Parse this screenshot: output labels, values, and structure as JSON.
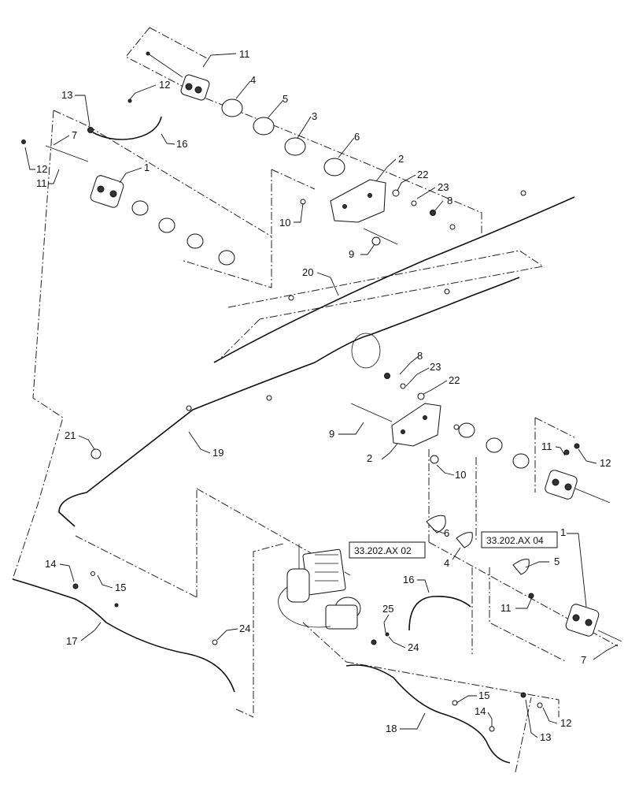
{
  "diagram": {
    "callouts": [
      {
        "label": "11"
      },
      {
        "label": "12"
      },
      {
        "label": "4"
      },
      {
        "label": "5"
      },
      {
        "label": "3"
      },
      {
        "label": "6"
      },
      {
        "label": "13"
      },
      {
        "label": "16"
      },
      {
        "label": "7"
      },
      {
        "label": "12"
      },
      {
        "label": "11"
      },
      {
        "label": "1"
      },
      {
        "label": "2"
      },
      {
        "label": "22"
      },
      {
        "label": "23"
      },
      {
        "label": "8"
      },
      {
        "label": "10"
      },
      {
        "label": "9"
      },
      {
        "label": "20"
      },
      {
        "label": "8"
      },
      {
        "label": "23"
      },
      {
        "label": "22"
      },
      {
        "label": "9"
      },
      {
        "label": "2"
      },
      {
        "label": "10"
      },
      {
        "label": "11"
      },
      {
        "label": "12"
      },
      {
        "label": "21"
      },
      {
        "label": "19"
      },
      {
        "label": "6"
      },
      {
        "label": "4"
      },
      {
        "label": "1"
      },
      {
        "label": "5"
      },
      {
        "label": "11"
      },
      {
        "label": "7"
      },
      {
        "label": "16"
      },
      {
        "label": "25"
      },
      {
        "label": "24"
      },
      {
        "label": "14"
      },
      {
        "label": "15"
      },
      {
        "label": "17"
      },
      {
        "label": "24"
      },
      {
        "label": "18"
      },
      {
        "label": "15"
      },
      {
        "label": "14"
      },
      {
        "label": "13"
      },
      {
        "label": "12"
      }
    ],
    "references": [
      {
        "label": "33.202.AX 02"
      },
      {
        "label": "33.202.AX 04"
      }
    ]
  }
}
